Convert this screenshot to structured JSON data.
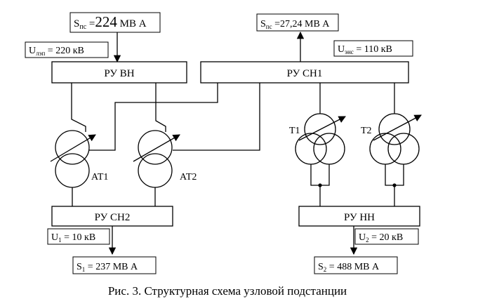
{
  "diagram": {
    "caption": "Рис. 3. Структурная схема узловой подстанции",
    "buses": {
      "ru_vn": "РУ ВН",
      "ru_sn1": "РУ СН1",
      "ru_sn2": "РУ СН2",
      "ru_nn": "РУ НН"
    },
    "transformers": {
      "at1": "АТ1",
      "at2": "АТ2",
      "t1": "Т1",
      "t2": "Т2"
    },
    "labels": {
      "s_ps_in": {
        "main": "S",
        "sub": "пс",
        "eq": " =",
        "big": "224",
        "unit": " МВ А"
      },
      "u_lep": {
        "main": "U",
        "sub": "лэп",
        "rest": " = 220 кВ"
      },
      "s_ps_out": {
        "main": "S",
        "sub": "пс",
        "rest": " =27,24 МВ А"
      },
      "u_enc": {
        "main": "U",
        "sub": "энс",
        "rest": " = 110 кВ"
      },
      "u1": {
        "main": "U",
        "sub": "1",
        "rest": " = 10 кВ"
      },
      "s1": {
        "main": "S",
        "sub": "1",
        "rest": " = 237  МВ А"
      },
      "u2": {
        "main": "U",
        "sub": "2",
        "rest": " = 20 кВ"
      },
      "s2": {
        "main": "S",
        "sub": "2",
        "rest": " = 488  МВ А"
      }
    }
  }
}
